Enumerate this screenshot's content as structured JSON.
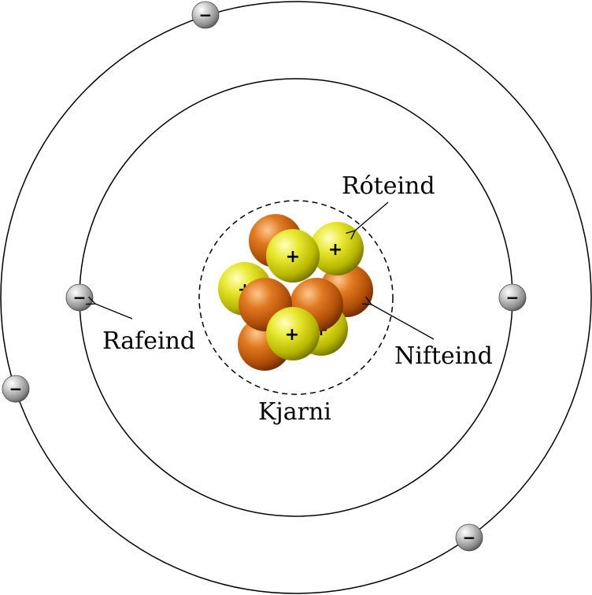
{
  "labels": {
    "proton": "Róteind",
    "neutron": "Nifteind",
    "electron": "Rafeind",
    "nucleus": "Kjarni"
  },
  "symbols": {
    "plus": "+",
    "minus": "−"
  },
  "colors": {
    "proton": "#d8d800",
    "neutron": "#d06a10",
    "electron": "#9a9a9a",
    "orbit": "#000000"
  },
  "icons": {
    "electron": "electron-sphere-icon",
    "proton": "proton-sphere-icon",
    "neutron": "neutron-sphere-icon"
  }
}
